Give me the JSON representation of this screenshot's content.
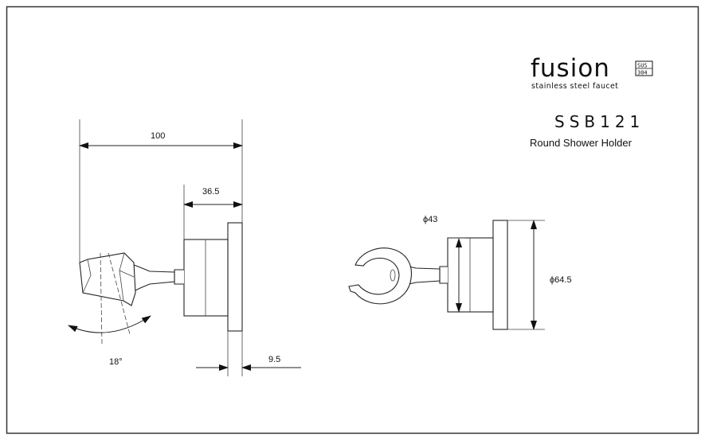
{
  "brand": {
    "name": "fusion",
    "badge_top": "SUS",
    "badge_bottom": "304",
    "tagline": "stainless steel faucet"
  },
  "product": {
    "model": "SSB121",
    "name": "Round Shower Holder"
  },
  "dimensions": {
    "overall_length": "100",
    "mount_depth": "36.5",
    "flange_thickness": "9.5",
    "tilt_angle": "18°",
    "body_diameter": "ϕ43",
    "flange_diameter": "ϕ64.5"
  }
}
